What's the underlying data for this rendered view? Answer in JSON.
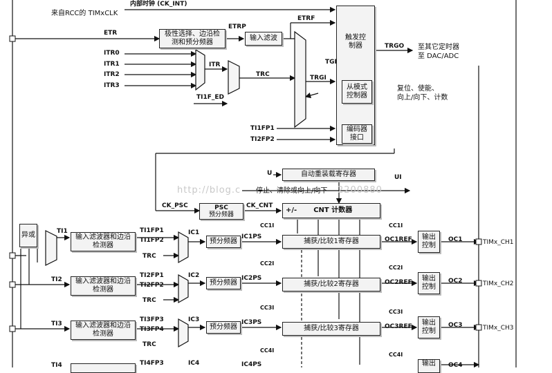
{
  "diagram": {
    "inputs": {
      "ck_int": "内部时钟 (CK_INT)",
      "timxclk": "来自RCC的 TIMxCLK",
      "etr": "ETR",
      "itr0": "ITR0",
      "itr1": "ITR1",
      "itr2": "ITR2",
      "itr3": "ITR3",
      "itr": "ITR",
      "trc": "TRC",
      "ti1f_ed": "TI1F_ED",
      "ti1fp1": "TI1FP1",
      "ti2fp2": "TI2FP2",
      "etrp": "ETRP",
      "etrf": "ETRF",
      "tgi": "TGI",
      "trgi": "TRGI"
    },
    "blocks": {
      "polarity": "极性选择、边沿检测和预分频器",
      "input_filter": "输入滤波",
      "trigger_ctrl": "触发控制器",
      "slave_ctrl": "从模式控制器",
      "encoder": "编码器接口",
      "auto_reload": "自动重装载寄存器",
      "psc": "PSC",
      "psc_sub": "预分频器",
      "cnt": "CNT 计数器",
      "cnt_prefix": "+/-",
      "xor": "异或",
      "filter_edge": "输入滤波器和边沿检测器",
      "prescaler": "预分频器",
      "capture_compare": [
        "捕获/比较1寄存器",
        "捕获/比较2寄存器",
        "捕获/比较3寄存器"
      ],
      "output_ctrl": "输出控制",
      "output_ctrl_short": "输出"
    },
    "outputs": {
      "trgo": "TRGO",
      "trgo_dest": "至其它定时器",
      "trgo_dest2": "至 DAC/ADC",
      "slave_mode_desc": "复位、使能、",
      "slave_mode_desc2": "向上/向下、计数",
      "u": "U",
      "ui": "UI",
      "stop_clear": "停止、清除或向上/向下",
      "ck_psc": "CK_PSC",
      "ck_cnt": "CK_CNT"
    },
    "channels": [
      {
        "ti": "TI1",
        "fp_a": "TI1FP1",
        "fp_b": "TI1FP2",
        "ic": "IC1",
        "icps": "IC1PS",
        "cci": "CC1I",
        "oc_ref": "OC1REF",
        "oc": "OC1",
        "pin": "TIMx_CH1",
        "edge": "1"
      },
      {
        "ti": "TI2",
        "fp_a": "TI2FP1",
        "fp_b": "TI2FP2",
        "ic": "IC2",
        "icps": "IC2PS",
        "cci": "CC2I",
        "oc_ref": "OC2REF",
        "oc": "OC2",
        "pin": "TIMx_CH2",
        "edge": "2"
      },
      {
        "ti": "TI3",
        "fp_a": "TI3FP3",
        "fp_b": "TI3FP4",
        "ic": "IC3",
        "icps": "IC3PS",
        "cci": "CC3I",
        "oc_ref": "OC3REF",
        "oc": "OC3",
        "pin": "TIMx_CH3",
        "edge": "3"
      },
      {
        "ti": "TI4",
        "fp_a": "TI4FP3",
        "fp_b": "",
        "ic": "IC4",
        "icps": "IC4PS",
        "cci": "CC4I",
        "oc_ref": "",
        "oc": "OC4",
        "pin": "",
        "edge": ""
      }
    ],
    "watermark": "http://blog.c",
    "watermark2": "2200880"
  }
}
